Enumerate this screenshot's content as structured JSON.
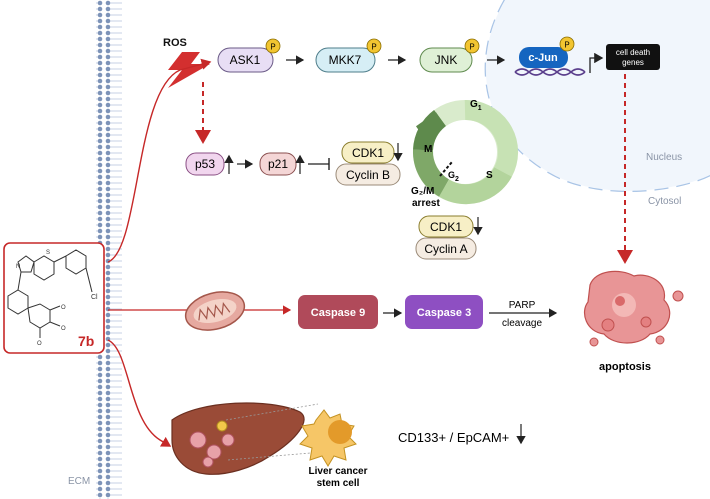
{
  "stimulus": {
    "ros": "ROS"
  },
  "pathway": {
    "ask1": "ASK1",
    "mkk7": "MKK7",
    "jnk": "JNK",
    "cjun": "c-Jun",
    "phospho": "P",
    "cell_death_genes": [
      "cell death",
      "genes"
    ]
  },
  "compartments": {
    "nucleus": "Nucleus",
    "cytosol": "Cytosol",
    "ecm": "ECM"
  },
  "cell_cycle": {
    "p53": "p53",
    "p21": "p21",
    "cdk1_b": "CDK1",
    "cyclin_b": "Cyclin B",
    "cdk1_a": "CDK1",
    "cyclin_a": "Cyclin A",
    "phases": {
      "g1": "G",
      "g1_sub": "1",
      "s": "S",
      "g2": "G",
      "g2_sub": "2",
      "m": "M"
    },
    "arrest": [
      "G₂/M",
      "arrest"
    ]
  },
  "mito": {
    "caspase9": "Caspase 9",
    "caspase3": "Caspase 3",
    "parp": [
      "PARP",
      "cleavage"
    ],
    "apoptosis": "apoptosis"
  },
  "compound": {
    "label": "7b",
    "atom_cl": "Cl",
    "atom_o": "O",
    "atom_n": "N",
    "atom_s": "S"
  },
  "stem": {
    "liver_label": [
      "Liver cancer",
      "stem cell"
    ],
    "markers": "CD133+ / EpCAM+"
  },
  "colors": {
    "red": "#c62828",
    "ask1": "#e8def5",
    "mkk7": "#d6eef5",
    "jnk": "#dff0d6",
    "cjun": "#1565c0",
    "caspase9": "#b04a5a",
    "caspase3": "#8e4fc2",
    "phospho": "#f2c531"
  }
}
